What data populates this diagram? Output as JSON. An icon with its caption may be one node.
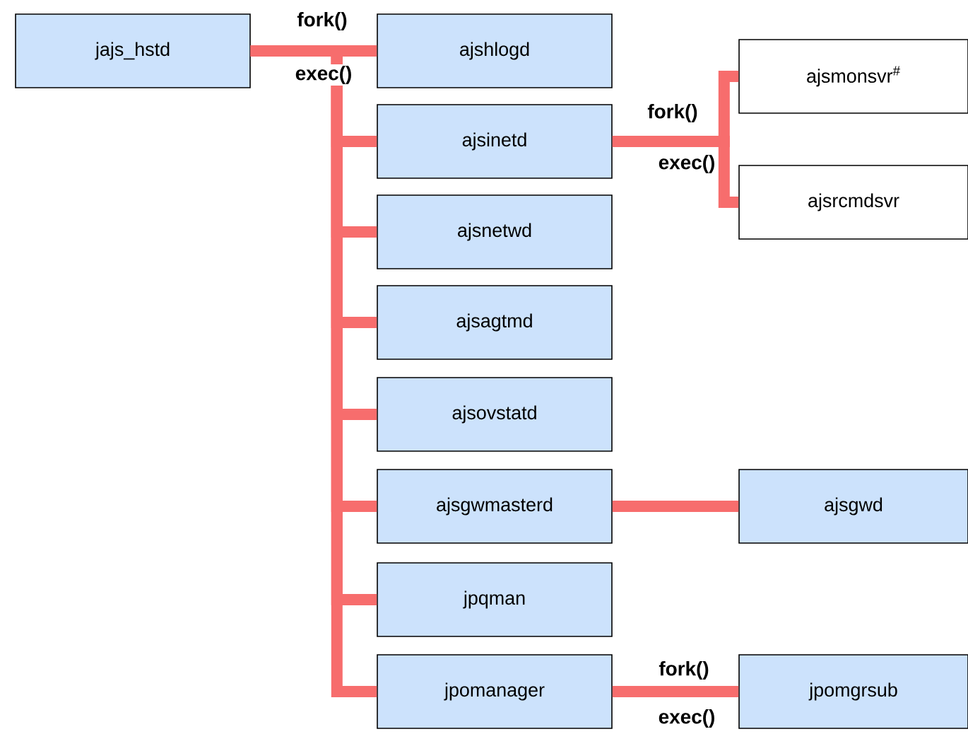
{
  "diagram": {
    "nodes": [
      {
        "text": [
          "jajs_hstd"
        ]
      },
      {
        "text": [
          "ajshlogd"
        ]
      },
      {
        "text": [
          "ajsinetd"
        ]
      },
      {
        "text": [
          "ajsnetwd"
        ]
      },
      {
        "text": [
          "ajsagtmd"
        ]
      },
      {
        "text": [
          "ajsovstatd"
        ]
      },
      {
        "text": [
          "ajsgwmasterd"
        ]
      },
      {
        "text": [
          "jpqman"
        ]
      },
      {
        "text": [
          "jpomanager"
        ]
      },
      {
        "text": [
          "ajsmonsvr$^{#}$"
        ]
      },
      {
        "text": [
          "ajsrcmdsvr"
        ]
      },
      {
        "text": [
          "ajsgwd"
        ]
      },
      {
        "text": [
          "jpomgrsub"
        ]
      }
    ],
    "edges": [
      {
        "from": 0,
        "to": 1,
        "arrow": "none"
      },
      {
        "from": 0,
        "to": 2,
        "arrow": "none"
      },
      {
        "from": 0,
        "to": 3,
        "arrow": "none"
      },
      {
        "from": 0,
        "to": 4,
        "arrow": "none"
      },
      {
        "from": 0,
        "to": 5,
        "arrow": "none"
      },
      {
        "from": 0,
        "to": 6,
        "arrow": "none"
      },
      {
        "from": 0,
        "to": 7,
        "arrow": "none"
      },
      {
        "from": 0,
        "to": 8,
        "arrow": "none"
      },
      {
        "from": 2,
        "to": 9,
        "arrow": "none"
      },
      {
        "from": 2,
        "to": 10,
        "arrow": "none"
      },
      {
        "from": 6,
        "to": 11,
        "arrow": "none"
      },
      {
        "from": 8,
        "to": 12,
        "arrow": "none"
      }
    ],
    "labels": [
      "fork()",
      "exec()",
      "fork()",
      "exec()",
      "fork()",
      "exec()"
    ]
  }
}
